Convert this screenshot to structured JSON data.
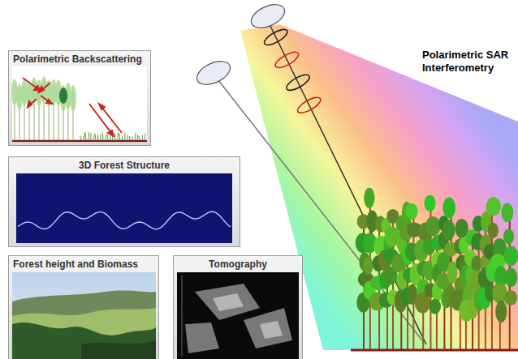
{
  "diagram": {
    "nodes": [
      {
        "text": [
          "Polarimetric Backscattering"
        ]
      },
      {
        "text": [
          "3D Forest Structure"
        ]
      },
      {
        "text": [
          "Forest height and Biomass"
        ]
      },
      {
        "text": [
          "Tomography"
        ]
      }
    ],
    "labels": [
      "Polarimetric SAR Interferometry"
    ]
  }
}
